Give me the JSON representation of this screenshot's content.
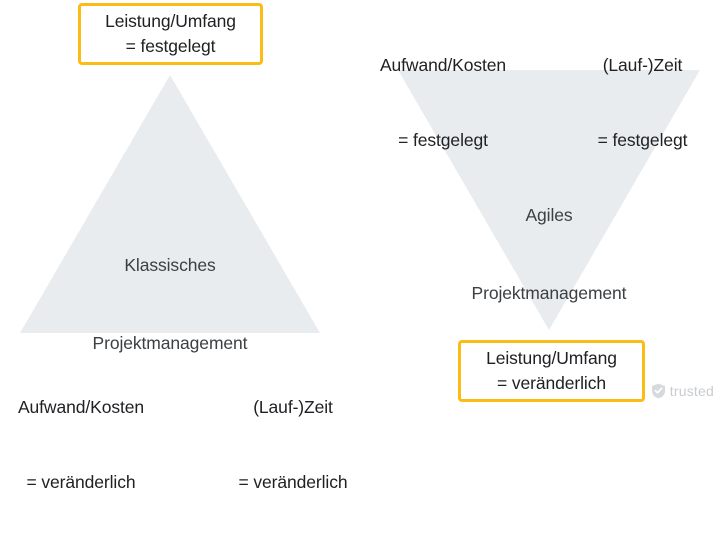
{
  "theme": {
    "background": "#ffffff",
    "triangle_fill": "#E8ECEF",
    "highlight_border": "#FBBC15",
    "text_color": "#202124",
    "watermark_color": "#c8ccd0"
  },
  "diagram": {
    "title_hidden": "",
    "left": {
      "caption": {
        "line1": "Klassisches",
        "line2": "Projektmanagement"
      },
      "apex_label": {
        "line1": "Leistung/Umfang",
        "line2": "= festgelegt",
        "highlighted": "true"
      },
      "base_labels": [
        {
          "line1": "Aufwand/Kosten",
          "line2": "= veränderlich",
          "highlighted": "false"
        },
        {
          "line1": "(Lauf-)Zeit",
          "line2": "= veränderlich",
          "highlighted": "false"
        }
      ]
    },
    "right": {
      "caption": {
        "line1": "Agiles",
        "line2": "Projektmanagement"
      },
      "apex_label": {
        "line1": "Leistung/Umfang",
        "line2": "= veränderlich",
        "highlighted": "true"
      },
      "top_labels": [
        {
          "line1": "Aufwand/Kosten",
          "line2": "= festgelegt",
          "highlighted": "false"
        },
        {
          "line1": "(Lauf-)Zeit",
          "line2": "= festgelegt",
          "highlighted": "false"
        }
      ]
    }
  },
  "watermark": {
    "text": "trusted",
    "icon": "shield-check-icon"
  }
}
